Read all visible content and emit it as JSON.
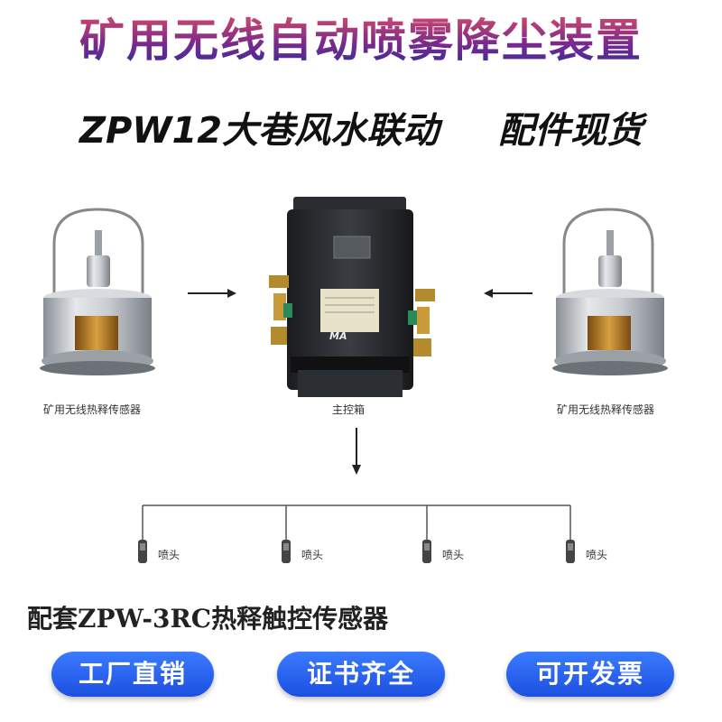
{
  "header": {
    "title": "矿用无线自动喷雾降尘装置",
    "subtitle_left": "ZPW12大巷风水联动",
    "subtitle_right": "配件现货"
  },
  "diagram": {
    "sensor_left_label": "矿用无线热释传感器",
    "sensor_right_label": "矿用无线热释传感器",
    "controller_label": "主控箱",
    "controller_badge": "MA",
    "nozzles": [
      {
        "label": "喷头"
      },
      {
        "label": "喷头"
      },
      {
        "label": "喷头"
      },
      {
        "label": "喷头"
      }
    ]
  },
  "footnote": "配套ZPW-3RC热释触控传感器",
  "buttons": [
    {
      "label": "工厂直销"
    },
    {
      "label": "证书齐全"
    },
    {
      "label": "可开发票"
    }
  ],
  "colors": {
    "button_blue": "#2a5ff0",
    "title_gradient_top": "#d24a6a",
    "title_gradient_bottom": "#3a2a9c"
  }
}
